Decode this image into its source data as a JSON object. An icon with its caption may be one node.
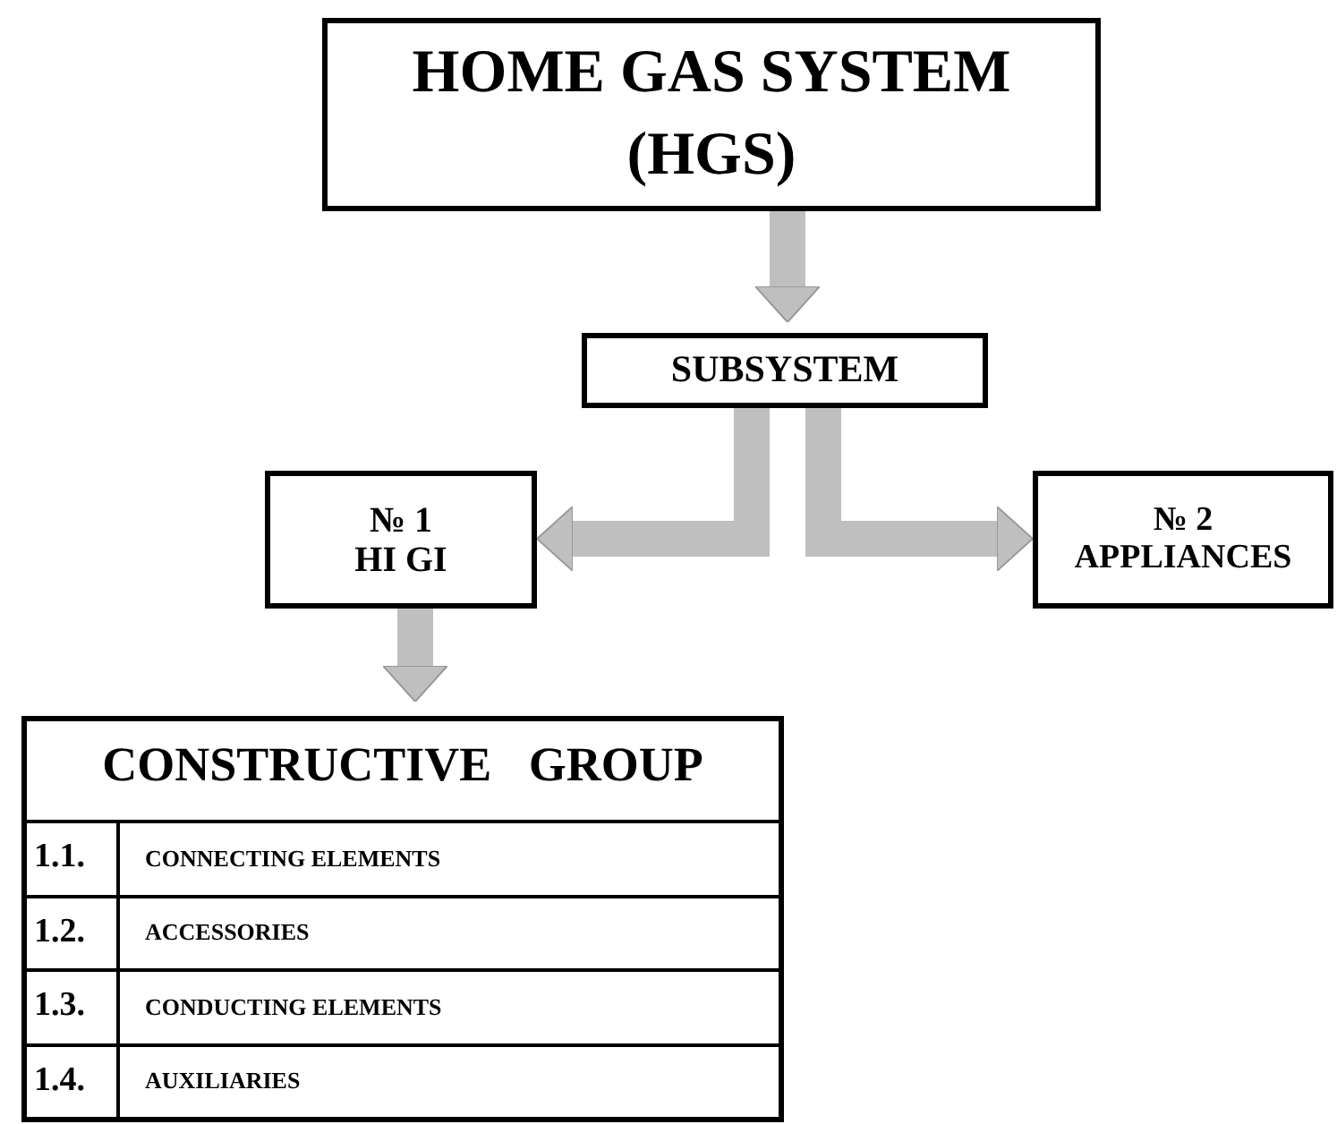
{
  "diagram": {
    "nodes": [
      {
        "text": [
          "HOME GAS SYSTEM (HGS)"
        ]
      },
      {
        "text": [
          "SUBSYSTEM"
        ]
      },
      {
        "text": [
          "№ 1 HI GI"
        ]
      },
      {
        "text": [
          "№ 2 APPLIANCES"
        ]
      },
      {
        "text": [
          "CONSTRUCTIVE GROUP"
        ]
      },
      {
        "text": [
          "1.1.",
          "CONNECTING ELEMENTS"
        ],
        "in": 4
      },
      {
        "text": [
          "1.2.",
          "ACCESSORIES"
        ],
        "in": 4
      },
      {
        "text": [
          "1.3.",
          "CONDUCTING ELEMENTS"
        ],
        "in": 4
      },
      {
        "text": [
          "1.4.",
          "AUXILIARIES"
        ],
        "in": 4
      }
    ],
    "edges": [
      {
        "from": 0,
        "to": 1,
        "arrow": "to"
      },
      {
        "from": 1,
        "to": 2,
        "arrow": "to"
      },
      {
        "from": 1,
        "to": 3,
        "arrow": "to"
      },
      {
        "from": 2,
        "to": 4,
        "arrow": "to"
      }
    ]
  }
}
